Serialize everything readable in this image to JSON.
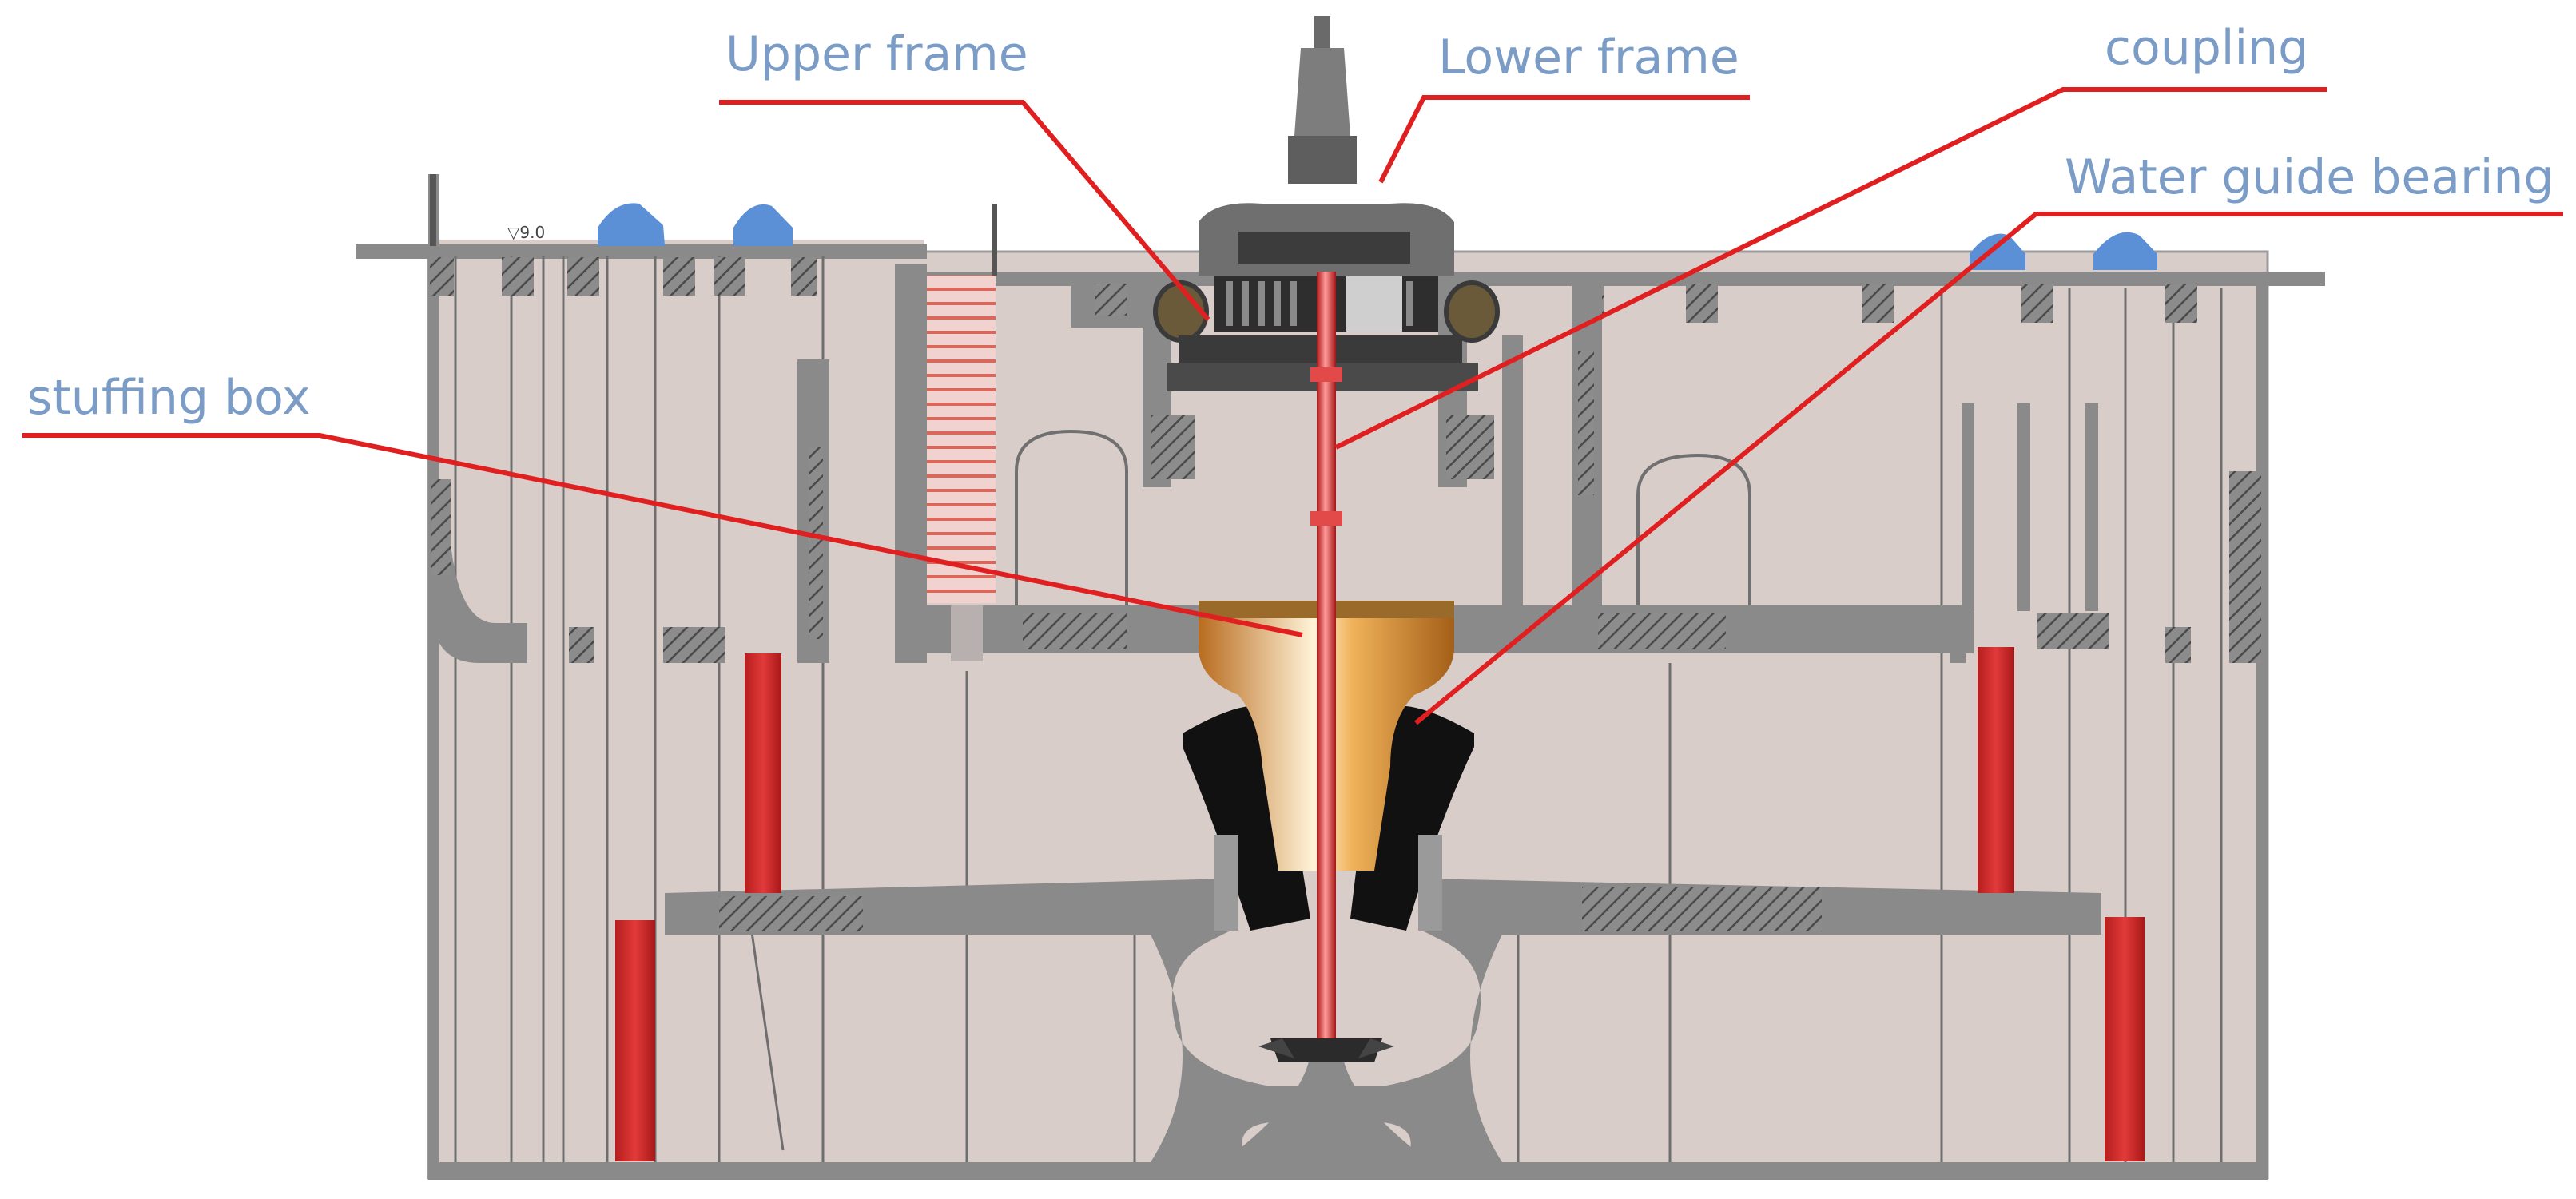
{
  "labels": {
    "upper_frame": "Upper frame",
    "lower_frame": "Lower frame",
    "coupling": "coupling",
    "water_guide_bearing": "Water guide bearing",
    "stuffing_box": "stuffing box"
  },
  "elevation_mark": "▽9.0",
  "colors": {
    "label_text": "#7a9cc6",
    "leader_line": "#e02020",
    "concrete": "#d9cdca",
    "steel": "#8a8a8a",
    "shaft": "#e03030",
    "bearing": "#d8913a",
    "guide_vane": "#111111",
    "column": "#d42a2a",
    "cap": "#5b8fd6"
  }
}
